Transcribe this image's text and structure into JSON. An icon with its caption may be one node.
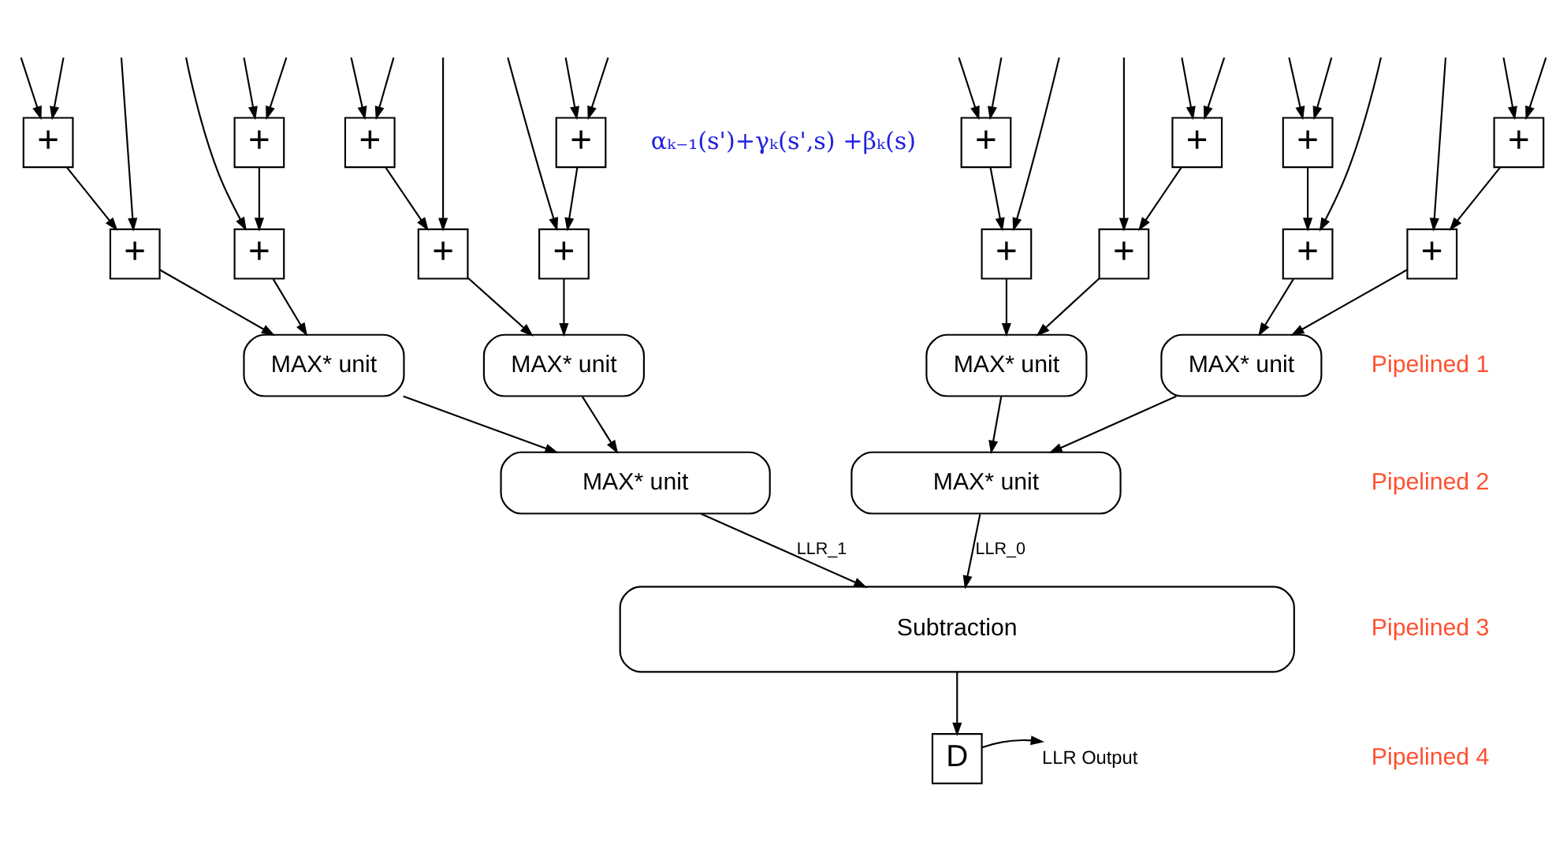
{
  "diagram": {
    "nodes": [
      {
        "text": [
          "+"
        ]
      },
      {
        "text": [
          "+"
        ]
      },
      {
        "text": [
          "+"
        ]
      },
      {
        "text": [
          "+"
        ]
      },
      {
        "text": [
          "+"
        ]
      },
      {
        "text": [
          "+"
        ]
      },
      {
        "text": [
          "+"
        ]
      },
      {
        "text": [
          "+"
        ]
      },
      {
        "text": [
          "+"
        ]
      },
      {
        "text": [
          "+"
        ]
      },
      {
        "text": [
          "+"
        ]
      },
      {
        "text": [
          "+"
        ]
      },
      {
        "text": [
          "+"
        ]
      },
      {
        "text": [
          "+"
        ]
      },
      {
        "text": [
          "+"
        ]
      },
      {
        "text": [
          "+"
        ]
      },
      {
        "text": [
          "MAX* unit"
        ]
      },
      {
        "text": [
          "MAX* unit"
        ]
      },
      {
        "text": [
          "MAX* unit"
        ]
      },
      {
        "text": [
          "MAX* unit"
        ]
      },
      {
        "text": [
          "MAX* unit"
        ]
      },
      {
        "text": [
          "MAX* unit"
        ]
      },
      {
        "text": [
          "Subtraction"
        ]
      },
      {
        "text": [
          "D"
        ]
      },
      {
        "text": [
          "LLR Output"
        ]
      }
    ],
    "edges": [
      {
        "from": null,
        "to": 0,
        "arrow": "to"
      },
      {
        "from": null,
        "to": 0,
        "arrow": "to"
      },
      {
        "from": null,
        "to": 1,
        "arrow": "to"
      },
      {
        "from": null,
        "to": 1,
        "arrow": "to"
      },
      {
        "from": null,
        "to": 2,
        "arrow": "to"
      },
      {
        "from": null,
        "to": 2,
        "arrow": "to"
      },
      {
        "from": null,
        "to": 3,
        "arrow": "to"
      },
      {
        "from": null,
        "to": 3,
        "arrow": "to"
      },
      {
        "from": null,
        "to": 4,
        "arrow": "to"
      },
      {
        "from": null,
        "to": 4,
        "arrow": "to"
      },
      {
        "from": null,
        "to": 5,
        "arrow": "to"
      },
      {
        "from": null,
        "to": 5,
        "arrow": "to"
      },
      {
        "from": null,
        "to": 6,
        "arrow": "to"
      },
      {
        "from": null,
        "to": 6,
        "arrow": "to"
      },
      {
        "from": null,
        "to": 7,
        "arrow": "to"
      },
      {
        "from": null,
        "to": 7,
        "arrow": "to"
      },
      {
        "from": 0,
        "to": 8,
        "arrow": "to"
      },
      {
        "from": null,
        "to": 8,
        "arrow": "to"
      },
      {
        "from": 1,
        "to": 9,
        "arrow": "to"
      },
      {
        "from": null,
        "to": 9,
        "arrow": "to"
      },
      {
        "from": 2,
        "to": 10,
        "arrow": "to"
      },
      {
        "from": null,
        "to": 10,
        "arrow": "to"
      },
      {
        "from": 3,
        "to": 11,
        "arrow": "to"
      },
      {
        "from": null,
        "to": 11,
        "arrow": "to"
      },
      {
        "from": 4,
        "to": 12,
        "arrow": "to"
      },
      {
        "from": null,
        "to": 12,
        "arrow": "to"
      },
      {
        "from": 5,
        "to": 13,
        "arrow": "to"
      },
      {
        "from": null,
        "to": 13,
        "arrow": "to"
      },
      {
        "from": 6,
        "to": 14,
        "arrow": "to"
      },
      {
        "from": null,
        "to": 14,
        "arrow": "to"
      },
      {
        "from": 7,
        "to": 15,
        "arrow": "to"
      },
      {
        "from": null,
        "to": 15,
        "arrow": "to"
      },
      {
        "from": 8,
        "to": 16,
        "arrow": "to"
      },
      {
        "from": 9,
        "to": 16,
        "arrow": "to"
      },
      {
        "from": 10,
        "to": 17,
        "arrow": "to"
      },
      {
        "from": 11,
        "to": 17,
        "arrow": "to"
      },
      {
        "from": 12,
        "to": 18,
        "arrow": "to"
      },
      {
        "from": 13,
        "to": 18,
        "arrow": "to"
      },
      {
        "from": 14,
        "to": 19,
        "arrow": "to"
      },
      {
        "from": 15,
        "to": 19,
        "arrow": "to"
      },
      {
        "from": 16,
        "to": 20,
        "arrow": "to"
      },
      {
        "from": 17,
        "to": 20,
        "arrow": "to"
      },
      {
        "from": 18,
        "to": 21,
        "arrow": "to"
      },
      {
        "from": 19,
        "to": 21,
        "arrow": "to"
      },
      {
        "from": 20,
        "to": 22,
        "arrow": "to",
        "label": "LLR_1"
      },
      {
        "from": 21,
        "to": 22,
        "arrow": "to",
        "label": "LLR_0"
      },
      {
        "from": 22,
        "to": 23,
        "arrow": "to"
      },
      {
        "from": 23,
        "to": 24,
        "arrow": "to"
      }
    ],
    "labels": [
      "αₖ₋₁(s')+γₖ(s',s) +βₖ(s)",
      "Pipelined 1",
      "Pipelined 2",
      "Pipelined 3",
      "Pipelined 4"
    ]
  }
}
